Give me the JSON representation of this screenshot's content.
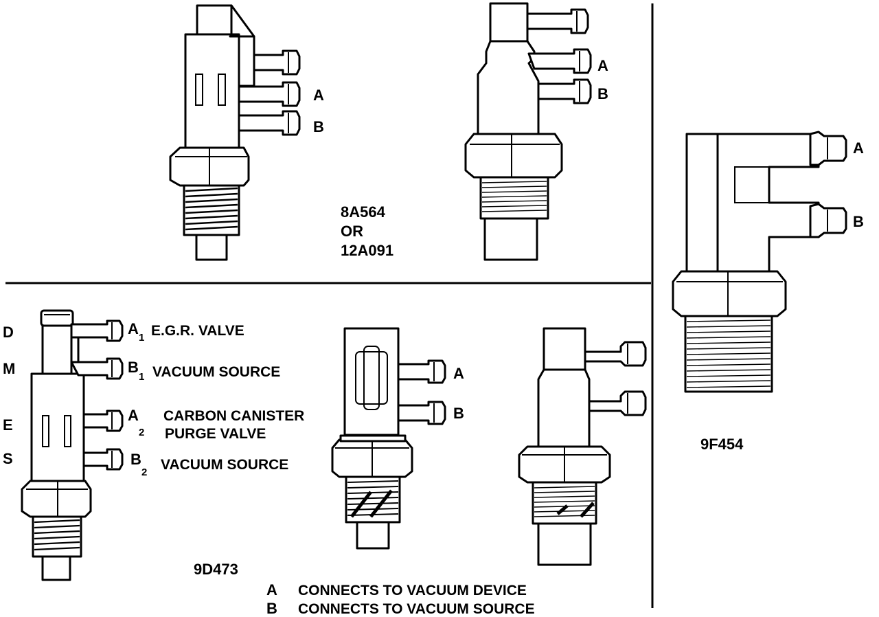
{
  "figure": {
    "top_left_valve": {
      "port_a": "A",
      "port_b": "B"
    },
    "top_center_valve": {
      "port_a": "A",
      "port_b": "B"
    },
    "top_part_number": {
      "line1": "8A564",
      "line2": "OR",
      "line3": "12A091"
    },
    "right_valve": {
      "port_a": "A",
      "port_b": "B",
      "part_number": "9F454"
    },
    "bottom_left_valve": {
      "side_labels": [
        "D",
        "M",
        "E",
        "S"
      ],
      "ports": [
        {
          "letter": "A",
          "sub": "1",
          "desc": "E.G.R. VALVE"
        },
        {
          "letter": "B",
          "sub": "1",
          "desc": "VACUUM SOURCE"
        },
        {
          "letter": "A",
          "sub": "2",
          "desc_line1": "CARBON CANISTER",
          "desc_line2": "PURGE VALVE"
        },
        {
          "letter": "B",
          "sub": "2",
          "desc": "VACUUM SOURCE"
        }
      ]
    },
    "bottom_center_valve": {
      "port_a": "A",
      "port_b": "B"
    },
    "bottom_part_number": "9D473",
    "legend": [
      {
        "key": "A",
        "text": "CONNECTS TO VACUUM DEVICE"
      },
      {
        "key": "B",
        "text": "CONNECTS TO VACUUM SOURCE"
      }
    ]
  }
}
